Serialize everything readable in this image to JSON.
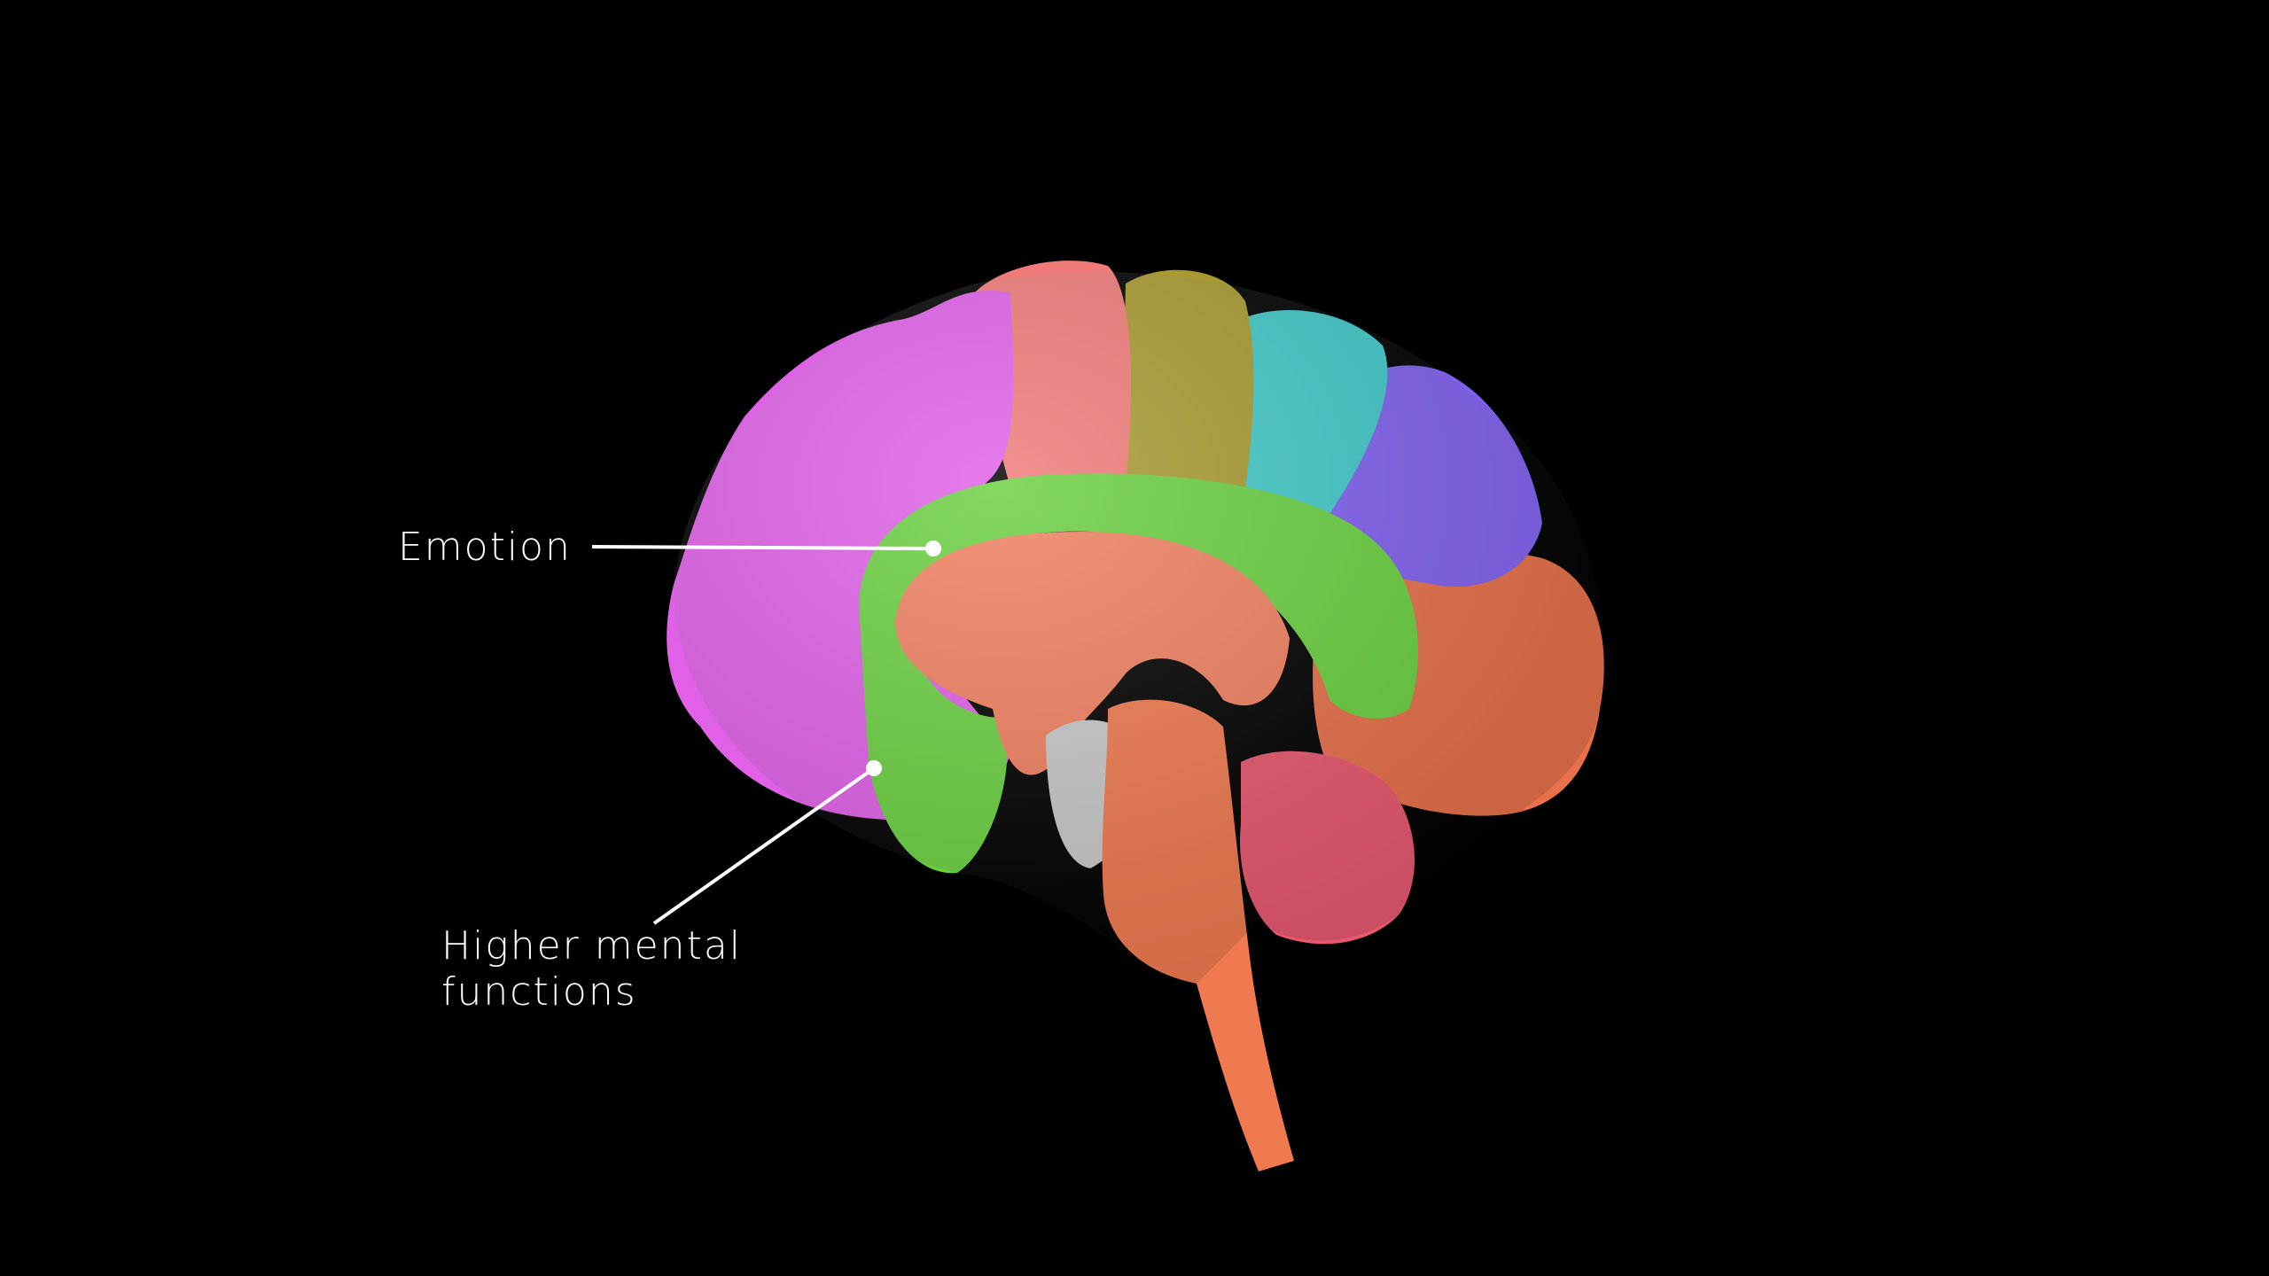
{
  "labels": {
    "emotion": "Emotion",
    "higher_line1": "Higher mental",
    "higher_line2": "functions"
  },
  "colors": {
    "background": "#000000",
    "frontal": "#e060e8",
    "motor": "#f07a78",
    "parietal_olive": "#a89a30",
    "parietal_cyan": "#40c8c8",
    "parietal_purple": "#8060f0",
    "occipital": "#e8704a",
    "limbic": "#6ad040",
    "diencephalon": "#f08060",
    "brainstem": "#f07a50",
    "cerebellum": "#e85870",
    "ventricle": "#c8c8c8",
    "callout": "#ffffff"
  }
}
